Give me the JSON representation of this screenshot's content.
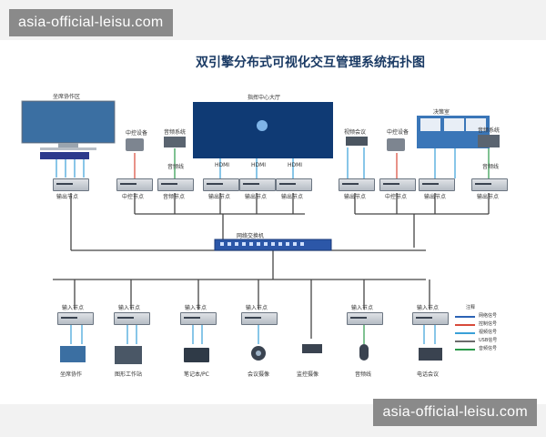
{
  "watermark": "asia-official-leisu.com",
  "title": "双引擎分布式可视化交互管理系统拓扑图",
  "zones": {
    "seat": "坐席协作区",
    "center": "指挥中心大厅",
    "decision": "决策室"
  },
  "top_devices": {
    "seat_out": "输出节点",
    "ctrl": "中控设备",
    "audio": "音频系统",
    "video_conf": "视频会议",
    "ctrl2": "中控设备",
    "audio2": "音频系统"
  },
  "top_nodes": [
    "中控节点",
    "音频节点",
    "输出节点",
    "输出节点",
    "输出节点",
    "输出节点",
    "中控节点",
    "输出节点",
    "输出节点"
  ],
  "cable_labels": {
    "hdmi": "HDMI",
    "audio_line": "音频线"
  },
  "switch": "网络交换机",
  "bottom_nodes": [
    "输入节点",
    "输入节点",
    "输入节点",
    "输入节点",
    "输入节点",
    "输入节点"
  ],
  "bottom_devices": [
    "坐席协作",
    "图形工作站",
    "笔记本/PC",
    "会议摄像",
    "监控摄像",
    "音频线",
    "电话会议"
  ],
  "legend": {
    "title": "注释",
    "items": [
      {
        "label": "网络信号",
        "color": "#2b63b5"
      },
      {
        "label": "控制信号",
        "color": "#d84a3a"
      },
      {
        "label": "视频信号",
        "color": "#3aa0d8"
      },
      {
        "label": "USB信号",
        "color": "#6b6b6b"
      },
      {
        "label": "音频信号",
        "color": "#2a9a4a"
      }
    ]
  }
}
